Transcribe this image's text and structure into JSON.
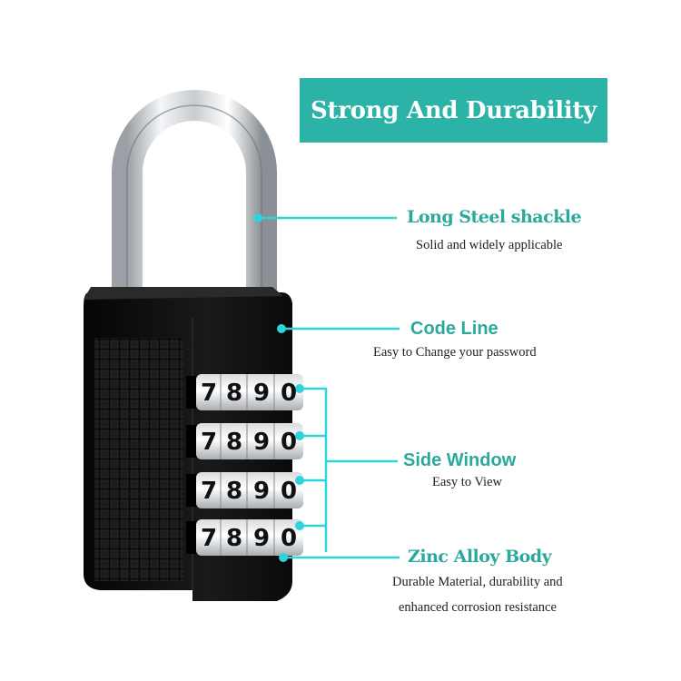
{
  "banner": {
    "title": "Strong And Durability"
  },
  "features": [
    {
      "title": "Long Steel shackle",
      "description": [
        "Solid and widely applicable"
      ]
    },
    {
      "title": "Code Line",
      "description": [
        "Easy to Change your password"
      ]
    },
    {
      "title": "Side Window",
      "description": [
        "Easy to View"
      ]
    },
    {
      "title": "Zinc Alloy Body",
      "description": [
        "Durable Material, durability and",
        "enhanced corrosion resistance"
      ]
    }
  ],
  "padlock": {
    "dials": [
      [
        "7",
        "8",
        "9",
        "0"
      ],
      [
        "7",
        "8",
        "9",
        "0"
      ],
      [
        "7",
        "8",
        "9",
        "0"
      ],
      [
        "7",
        "8",
        "9",
        "0"
      ]
    ]
  },
  "colors": {
    "banner_bg": "#2cb3a7",
    "heading_teal": "#2aa99c",
    "callout_line": "#2fd3dc",
    "body_black": "#111111"
  }
}
